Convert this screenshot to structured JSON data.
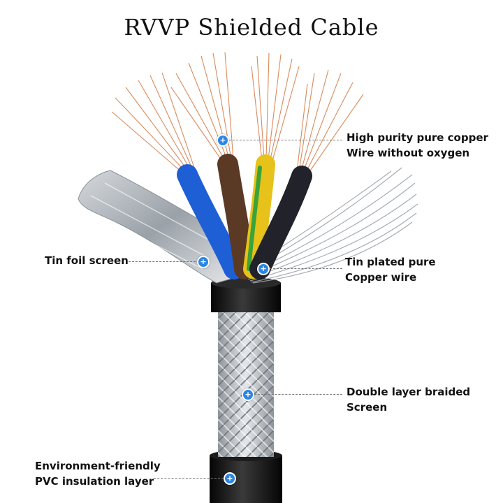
{
  "title": "RVVP Shielded Cable",
  "annotations": {
    "copper": {
      "line1": "High purity pure copper",
      "line2": "Wire without oxygen"
    },
    "tin_foil": {
      "line1": "Tin foil screen"
    },
    "tin_plated": {
      "line1": "Tin plated pure",
      "line2": "Copper wire"
    },
    "braid": {
      "line1": "Double layer braided",
      "line2": "Screen"
    },
    "pvc": {
      "line1": "Environment-friendly",
      "line2": "PVC insulation layer"
    }
  },
  "colors": {
    "marker": "#2a86e6",
    "wire_blue": "#1f5fd6",
    "wire_brown": "#5a3a25",
    "wire_yellow_green": "#e6c21a",
    "wire_black": "#22232a",
    "copper": "#d98a5c",
    "jacket": "#111111",
    "braid": "#b9bec4"
  }
}
